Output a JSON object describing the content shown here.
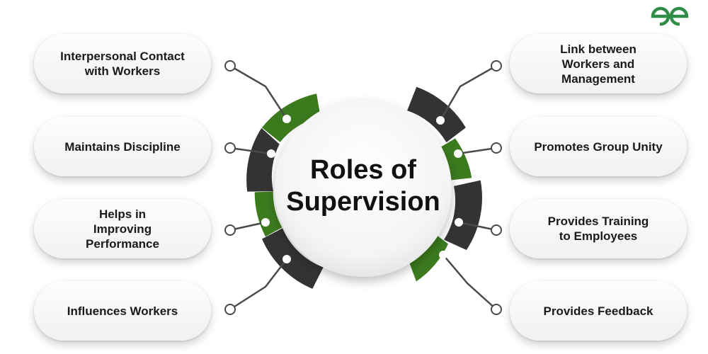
{
  "center": {
    "title_line1": "Roles of",
    "title_line2": "Supervision"
  },
  "left_items": [
    {
      "label": "Interpersonal Contact\nwith Workers"
    },
    {
      "label": "Maintains Discipline"
    },
    {
      "label": "Helps in\nImproving\nPerformance"
    },
    {
      "label": "Influences Workers"
    }
  ],
  "right_items": [
    {
      "label": "Link between\nWorkers and\nManagement"
    },
    {
      "label": "Promotes Group Unity"
    },
    {
      "label": "Provides Training\nto Employees"
    },
    {
      "label": "Provides Feedback"
    }
  ],
  "colors": {
    "green": "#3c7a1e",
    "dark": "#333333",
    "line": "#4a4a4a",
    "logo": "#2f8d46"
  },
  "logo_icon": "geeksforgeeks-logo-icon"
}
